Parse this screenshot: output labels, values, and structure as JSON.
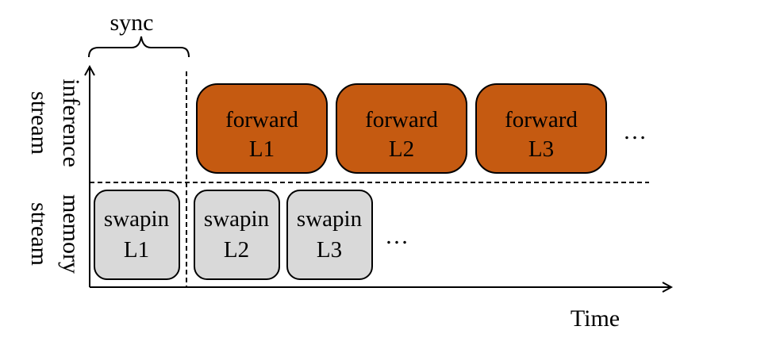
{
  "sync_label": "sync",
  "time_label": "Time",
  "streams": {
    "inference": [
      "inference",
      "stream"
    ],
    "memory": [
      "memory",
      "stream"
    ]
  },
  "forward_blocks": [
    {
      "line1": "forward",
      "line2": "L1"
    },
    {
      "line1": "forward",
      "line2": "L2"
    },
    {
      "line1": "forward",
      "line2": "L3"
    }
  ],
  "swapin_blocks": [
    {
      "line1": "swapin",
      "line2": "L1"
    },
    {
      "line1": "swapin",
      "line2": "L2"
    },
    {
      "line1": "swapin",
      "line2": "L3"
    }
  ],
  "ellipsis_forward": "…",
  "ellipsis_swapin": "…",
  "colors": {
    "forward_fill": "#c55a11",
    "swapin_fill": "#d9d9d9",
    "stroke": "#000000"
  }
}
